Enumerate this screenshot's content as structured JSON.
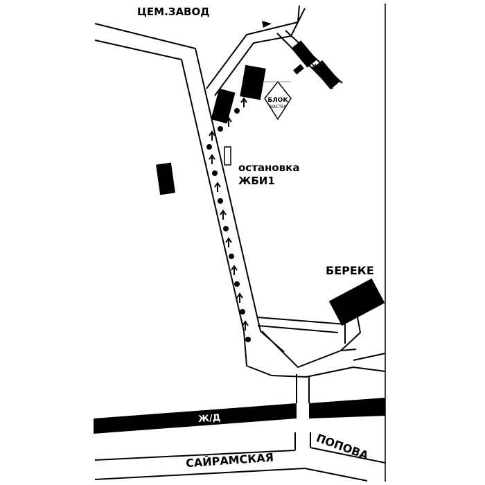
{
  "labels": {
    "cement_plant": "ЦЕМ.ЗАВОД",
    "bus_stop_line1": "остановка",
    "bus_stop_line2": "ЖБИ1",
    "bereke": "БЕРЕКЕ",
    "railway": "Ж/Д",
    "sairamskaya": "САЙРАМСКАЯ",
    "popova": "ПОПОВА"
  },
  "logo": {
    "line1": "БЛОК",
    "line2": "МАСТЕР"
  },
  "colors": {
    "ink": "#000000",
    "paper": "#ffffff"
  }
}
